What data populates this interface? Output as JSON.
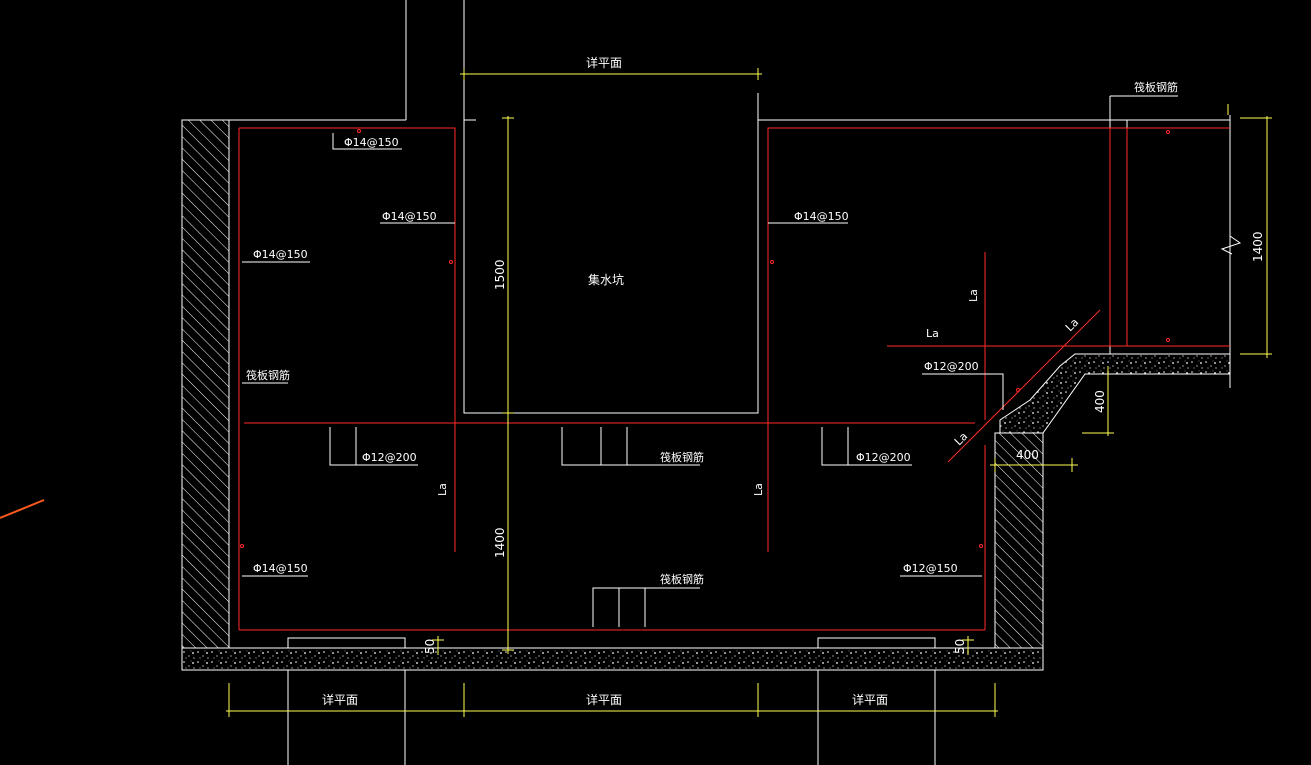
{
  "colors": {
    "background": "#000000",
    "outline": "#ffffff",
    "rebar": "#ff2a2a",
    "dimension": "#ffff55",
    "stray": "#ff5a1e"
  },
  "labels": {
    "detail_plan_top": "详平面",
    "detail_plan_bottom_left": "详平面",
    "detail_plan_bottom_mid": "详平面",
    "detail_plan_bottom_right": "详平面",
    "sump": "集水坑",
    "raft_rebar_top_right": "筏板钢筋",
    "raft_rebar_left": "筏板钢筋",
    "raft_rebar_mid": "筏板钢筋",
    "raft_rebar_bottom": "筏板钢筋",
    "bar_top_left": "Φ14@150",
    "bar_inner_left": "Φ14@150",
    "bar_inner_right": "Φ14@150",
    "bar_wall_left": "Φ14@150",
    "bar_bottom_left": "Φ14@150",
    "bar_bottom_right": "Φ12@150",
    "bar_h_left": "Φ12@200",
    "bar_h_right": "Φ12@200",
    "bar_slope": "Φ12@200",
    "la_left": "La",
    "la_right": "La",
    "la_slope_v": "La",
    "la_slope_h": "La",
    "la_slope_diag_up": "La",
    "la_slope_diag_down": "La"
  },
  "dimensions": {
    "sump_depth": "1500",
    "lower_depth": "1400",
    "right_height": "1400",
    "step_height": "400",
    "step_width": "400",
    "cover_left": "50",
    "cover_right": "50"
  }
}
